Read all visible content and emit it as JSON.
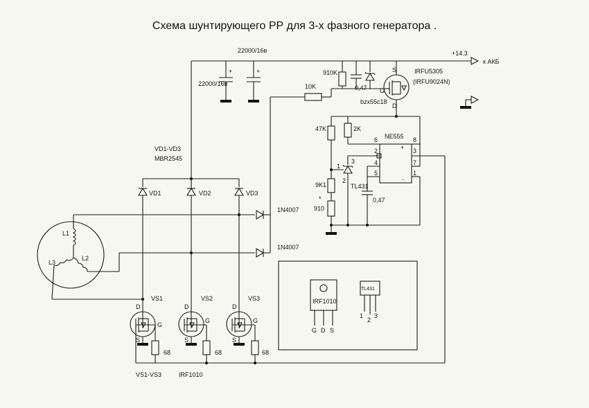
{
  "title": "Схема шунтирующего РР для 3-х фазного  генератора .",
  "labels": {
    "cap_top": "22000/16в",
    "cap_left": "22000/16в",
    "v14": "+14.3",
    "akb": "к АКБ",
    "r910k": "910K",
    "c047a": "0,47",
    "irfu": "IRFU5305",
    "irfu_alt": "(IRFU9024N)",
    "g": "G",
    "s": "S",
    "d": "D",
    "r10k": "10K",
    "bzx": "bzx55c18",
    "r47k": "47K",
    "r2k": "2K",
    "ne555": "NE555",
    "vd13": "VD1-VD3",
    "mbr": "MBR2545",
    "vd1": "VD1",
    "vd2": "VD2",
    "vd3": "VD3",
    "n1": "1N4007",
    "n2": "1N4007",
    "l1": "L1",
    "l2": "L2",
    "l3": "L3",
    "r9k1": "9K1",
    "r910": "910",
    "star": "*",
    "tl431": "TL431",
    "c047b": "0,47",
    "p1": "1",
    "p2": "2",
    "p3": "3",
    "p4": "4",
    "p5": "5",
    "p6": "6",
    "p7": "7",
    "p8": "8",
    "pin1": "1",
    "pin2": "2",
    "pin3": "3",
    "pin4": "4",
    "pin5": "5",
    "pin6": "6",
    "pin7": "7",
    "pin8": "8",
    "plus": "+",
    "minus": "-",
    "vs1": "VS1",
    "vs2": "VS2",
    "vs3": "VS3",
    "r68a": "68",
    "r68b": "68",
    "r68c": "68",
    "vs13": "VS1-VS3",
    "irf1010": "IRF1010",
    "pkg_irf": "IRF1010",
    "pkg_g": "G",
    "pkg_d": "D",
    "pkg_s": "S",
    "pkg_tl": "TL431",
    "pkg_1": "1",
    "pkg_2": "2",
    "pkg_3": "3"
  }
}
